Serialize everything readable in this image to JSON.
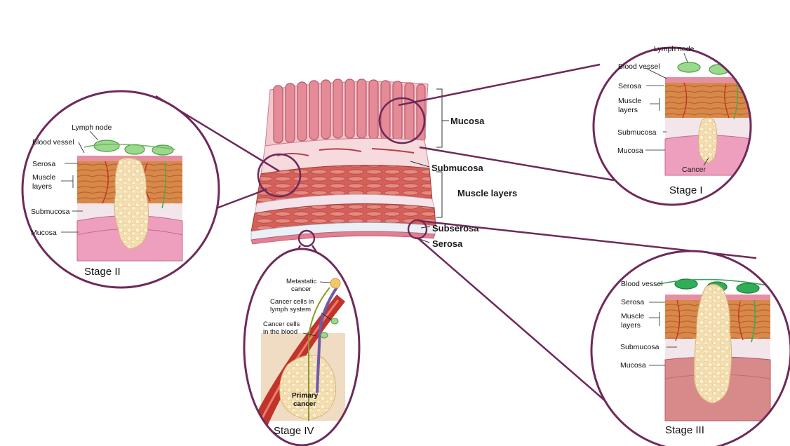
{
  "main_labels": {
    "mucosa": "Mucosa",
    "submucosa": "Submucosa",
    "muscle_layers": "Muscle layers",
    "subserosa": "Subserosa",
    "serosa": "Serosa"
  },
  "stage_labels": {
    "lymph_node": "Lymph node",
    "blood_vessel": "Blood vessel",
    "serosa": "Serosa",
    "muscle_line1": "Muscle",
    "muscle_line2": "layers",
    "submucosa": "Submucosa",
    "mucosa": "Mucosa",
    "cancer": "Cancer"
  },
  "stages": {
    "stage1": "Stage I",
    "stage2": "Stage II",
    "stage3": "Stage III",
    "stage4": "Stage IV"
  },
  "stage4_labels": {
    "metastatic_1": "Metastatic",
    "metastatic_2": "cancer",
    "lymph_1": "Cancer cells in",
    "lymph_2": "lymph system",
    "blood_1": "Cancer cells",
    "blood_2": "in the blood",
    "primary_1": "Primary",
    "primary_2": "cancer"
  },
  "colors": {
    "ring": "#6e2a5a",
    "serosa": "#e58fa3",
    "muscle": "#d9904a",
    "submucosa": "#f3e6ea",
    "mucosa": "#ee9fbd",
    "tumor": "#f3dcae",
    "lymph_node": "#9bd98e",
    "vessel": "#c0342a"
  }
}
